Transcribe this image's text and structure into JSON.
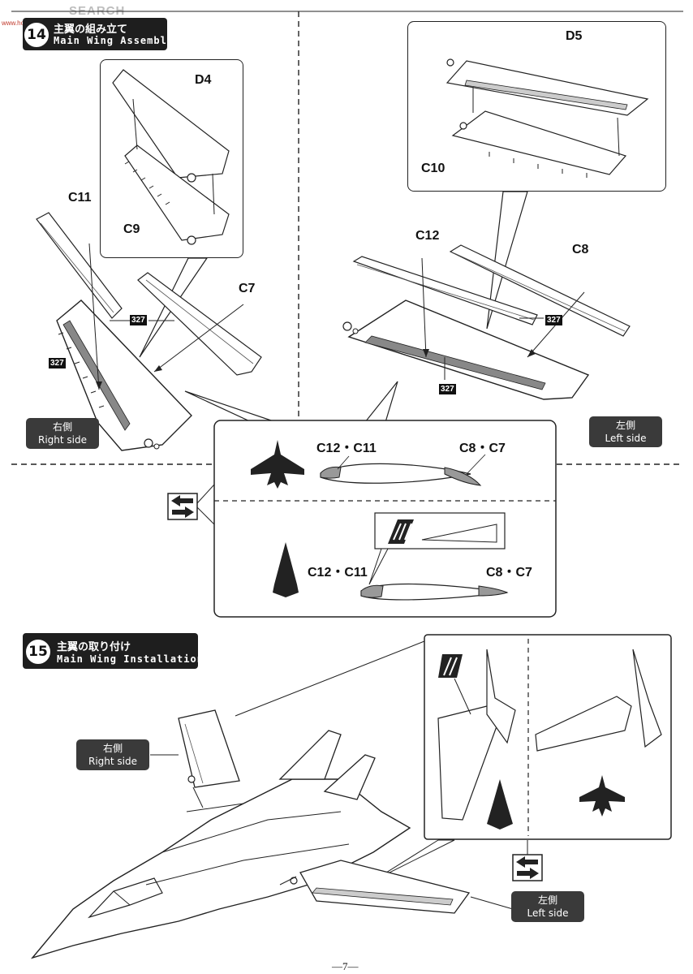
{
  "watermark": {
    "brand": "SEARCH",
    "site": "www.hobbysearch.com"
  },
  "step14": {
    "number": "14",
    "title_ja": "主翼の組み立て",
    "title_en": "Main Wing Assembly",
    "parts": {
      "d4": "D4",
      "d5": "D5",
      "c9": "C9",
      "c10": "C10",
      "c11": "C11",
      "c12": "C12",
      "c7": "C7",
      "c8": "C8"
    },
    "paint_code": "327",
    "right_side": {
      "ja": "右側",
      "en": "Right side"
    },
    "left_side": {
      "ja": "左側",
      "en": "Left side"
    },
    "callout": {
      "extended_pair_left": "C12・C11",
      "extended_pair_right": "C8・C7",
      "swept_pair_left": "C12・C11",
      "swept_pair_right": "C8・C7"
    }
  },
  "step15": {
    "number": "15",
    "title_ja": "主翼の取り付け",
    "title_en": "Main Wing Installation",
    "right_side": {
      "ja": "右側",
      "en": "Right side"
    },
    "left_side": {
      "ja": "左側",
      "en": "Left side"
    }
  },
  "page": {
    "number": "—7—"
  }
}
